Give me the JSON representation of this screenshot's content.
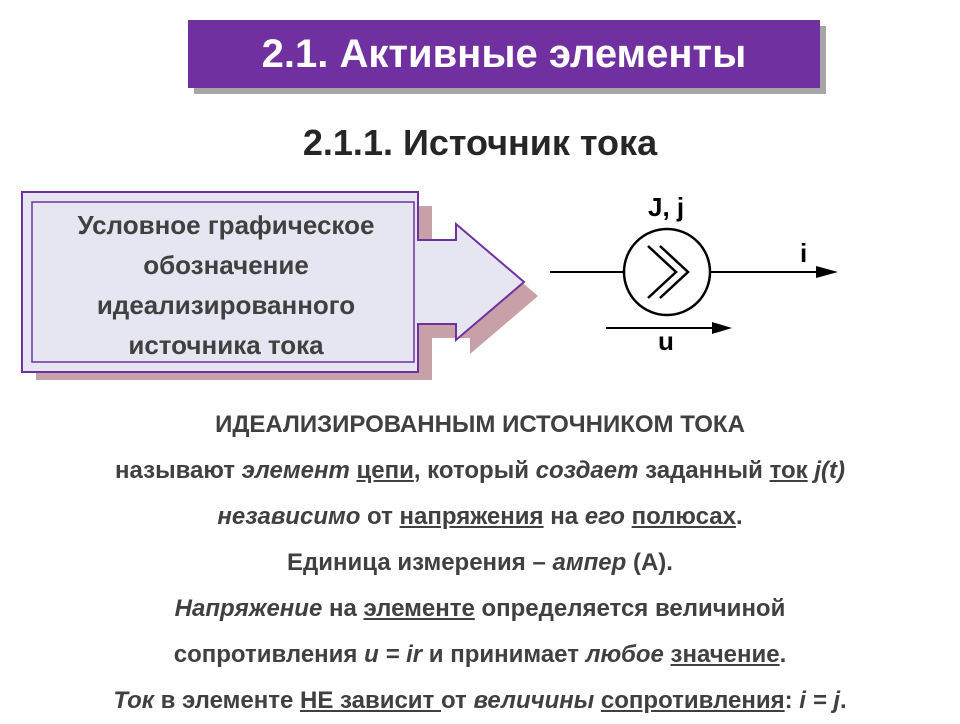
{
  "title": "2.1. Активные элементы",
  "subtitle": "2.1.1. Источник тока",
  "callout": {
    "lines": [
      "Условное графическое",
      "обозначение",
      "идеализированного",
      "источника тока"
    ]
  },
  "symbol": {
    "label_top": "J, j",
    "label_i": "i",
    "label_u": "u"
  },
  "body": {
    "l1": "ИДЕАЛИЗИРОВАННЫМ ИСТОЧНИКОМ ТОКА",
    "l2": [
      "называют ",
      "элемент",
      " ",
      "цепи",
      ", который ",
      "создает",
      " заданный ",
      "ток",
      " ",
      "j(t)"
    ],
    "l3": [
      "независимо",
      " от ",
      "напряжения",
      " на ",
      "его",
      " ",
      "полюсах",
      "."
    ],
    "l4": [
      "Единица измерения – ",
      "ампер",
      " (А)."
    ],
    "l5": [
      "Напряжение",
      " на ",
      "элементе",
      " определяется величиной"
    ],
    "l6": [
      "сопротивления ",
      "u = ir",
      " и принимает ",
      "любое",
      " ",
      "значение",
      "."
    ],
    "l7": [
      "Ток",
      " в элементе ",
      "НЕ зависит ",
      "от ",
      "величины",
      " ",
      "сопротивления",
      ": ",
      "i = j",
      "."
    ]
  },
  "colors": {
    "banner": "#7030a0",
    "callout_border": "#7030a0",
    "callout_fill": "#e6e6f2",
    "callout_shadow": "#c8a0a8"
  }
}
